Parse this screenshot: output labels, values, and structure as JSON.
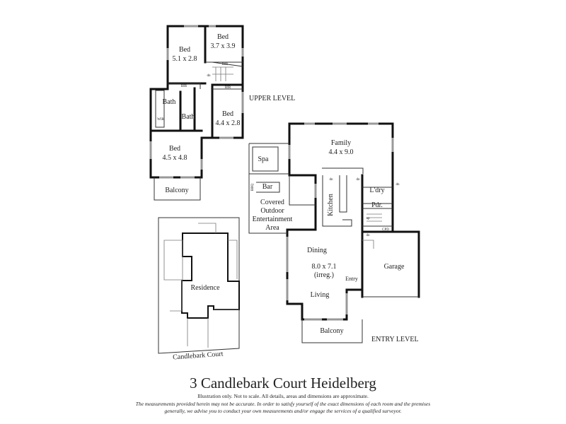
{
  "title": "3 Candlebark Court Heidelberg",
  "disclaimer_line1": "Illustration only. Not to scale. All details, areas and dimensions are approximate.",
  "disclaimer_line2": "The measurements provided herein may not be accurate. In order to satisfy yourself of the exact dimensions of each room and the premises generally, we advise you to conduct your own measurements and/or engage the services of a qualified surveyor.",
  "upper_level": {
    "label": "UPPER LEVEL",
    "rooms": [
      {
        "name": "Bed",
        "dims": "5.1 x 2.8"
      },
      {
        "name": "Bed",
        "dims": "3.7 x 3.9"
      },
      {
        "name": "Bed",
        "dims": "4.4 x 2.8"
      },
      {
        "name": "Bed",
        "dims": "4.5 x 4.8"
      },
      {
        "name": "Bath"
      },
      {
        "name": "Bath"
      },
      {
        "name": "Balcony"
      }
    ],
    "small_labels": {
      "bir": "BIR",
      "wir": "WIR",
      "dn": "dn"
    }
  },
  "entry_level": {
    "label": "ENTRY LEVEL",
    "family": {
      "name": "Family",
      "dims": "4.4 x 9.0"
    },
    "spa": "Spa",
    "bar": "Bar",
    "bbq": "BBQ",
    "outdoor": [
      "Covered",
      "Outdoor",
      "Entertainment",
      "Area"
    ],
    "kitchen": "Kitchen",
    "laundry": "L'dry",
    "powder": "Pdr.",
    "cpd": "CPD",
    "dining": "Dining",
    "living_dims": "8.0 x 7.1",
    "living_note": "(irreg.)",
    "living": "Living",
    "entry": "Entry",
    "garage": "Garage",
    "balcony": "Balcony",
    "dn": "dn",
    "up": "up"
  },
  "site_plan": {
    "residence": "Residence",
    "street": "Candlebark Court"
  }
}
